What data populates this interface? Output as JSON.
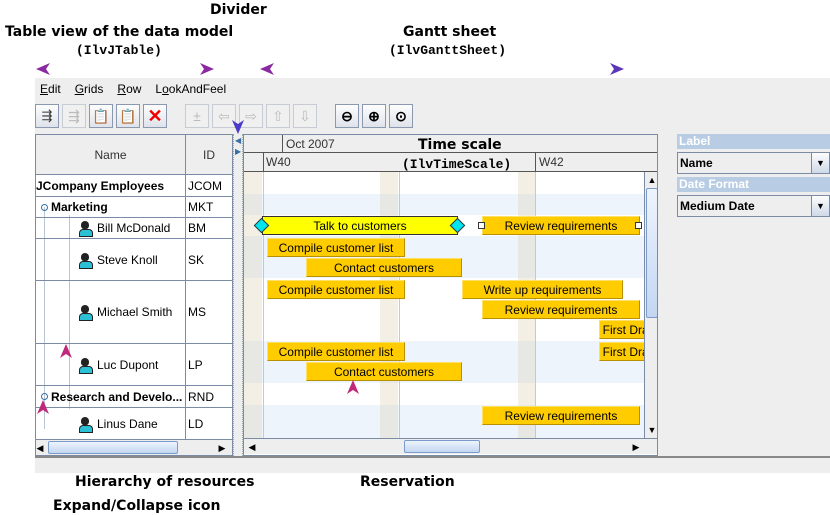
{
  "annotations": {
    "divider": "Divider",
    "table_view": "Table view of the data model",
    "table_view_class": "(IlvJTable)",
    "gantt_sheet": "Gantt sheet",
    "gantt_sheet_class": "(IlvGanttSheet)",
    "time_scale": "Time scale",
    "time_scale_class": "(IlvTimeScale)",
    "hierarchy": "Hierarchy of resources",
    "expand_collapse": "Expand/Collapse icon",
    "reservation": "Reservation"
  },
  "menu": [
    {
      "label": "Edit",
      "mnemonic": "E"
    },
    {
      "label": "Grids",
      "mnemonic": "G"
    },
    {
      "label": "Row",
      "mnemonic": "R"
    },
    {
      "label": "LookAndFeel",
      "mnemonic": "o"
    }
  ],
  "toolbar": [
    {
      "icon": "insert-row-icon",
      "enabled": true
    },
    {
      "icon": "move-row-icon",
      "enabled": false
    },
    {
      "icon": "new-activity-icon",
      "enabled": true
    },
    {
      "icon": "edit-activity-icon",
      "enabled": true
    },
    {
      "icon": "delete-icon",
      "enabled": true
    },
    {
      "icon": "add-constraint-icon",
      "enabled": false
    },
    {
      "icon": "arrow-left-icon",
      "enabled": false
    },
    {
      "icon": "arrow-right-icon",
      "enabled": false
    },
    {
      "icon": "arrow-up-icon",
      "enabled": false
    },
    {
      "icon": "arrow-down-icon",
      "enabled": false
    },
    {
      "icon": "zoom-out-icon",
      "enabled": true
    },
    {
      "icon": "zoom-in-icon",
      "enabled": true
    },
    {
      "icon": "zoom-fit-icon",
      "enabled": true
    }
  ],
  "table": {
    "columns": [
      "Name",
      "ID"
    ],
    "rows": [
      {
        "name": "JCompany Employees",
        "id": "JCOM",
        "level": 0,
        "bold": true
      },
      {
        "name": "Marketing",
        "id": "MKT",
        "level": 1,
        "bold": true,
        "expanded": true
      },
      {
        "name": "Bill McDonald",
        "id": "BM",
        "level": 2
      },
      {
        "name": "Steve Knoll",
        "id": "SK",
        "level": 2
      },
      {
        "name": "Michael Smith",
        "id": "MS",
        "level": 2
      },
      {
        "name": "Luc Dupont",
        "id": "LP",
        "level": 2
      },
      {
        "name": "Research and Develo...",
        "id": "RND",
        "level": 1,
        "bold": true,
        "expanded": true
      },
      {
        "name": "Linus Dane",
        "id": "LD",
        "level": 2
      }
    ]
  },
  "timescale": {
    "month": "Oct 2007",
    "weeks": [
      "W40",
      "W42"
    ]
  },
  "activities": [
    {
      "label": "Talk to customers",
      "row": "Bill McDonald",
      "selected": true
    },
    {
      "label": "Review requirements",
      "row": "Bill McDonald"
    },
    {
      "label": "Compile customer list",
      "row": "Steve Knoll"
    },
    {
      "label": "Contact customers",
      "row": "Steve Knoll"
    },
    {
      "label": "Compile customer list",
      "row": "Michael Smith"
    },
    {
      "label": "Write up requirements",
      "row": "Michael Smith"
    },
    {
      "label": "Review requirements",
      "row": "Michael Smith"
    },
    {
      "label": "First Draft",
      "row": "Michael Smith"
    },
    {
      "label": "Compile customer list",
      "row": "Luc Dupont"
    },
    {
      "label": "First Draft",
      "row": "Luc Dupont"
    },
    {
      "label": "Contact customers",
      "row": "Luc Dupont"
    },
    {
      "label": "Review requirements",
      "row": "Linus Dane"
    }
  ],
  "side_panel": {
    "label_title": "Label",
    "label_value": "Name",
    "date_format_title": "Date Format",
    "date_format_value": "Medium Date"
  },
  "colors": {
    "activity": "#ffcc00",
    "selected_activity": "#ffff00",
    "handle": "#00e5ee",
    "panel_header": "#b8cde4"
  }
}
